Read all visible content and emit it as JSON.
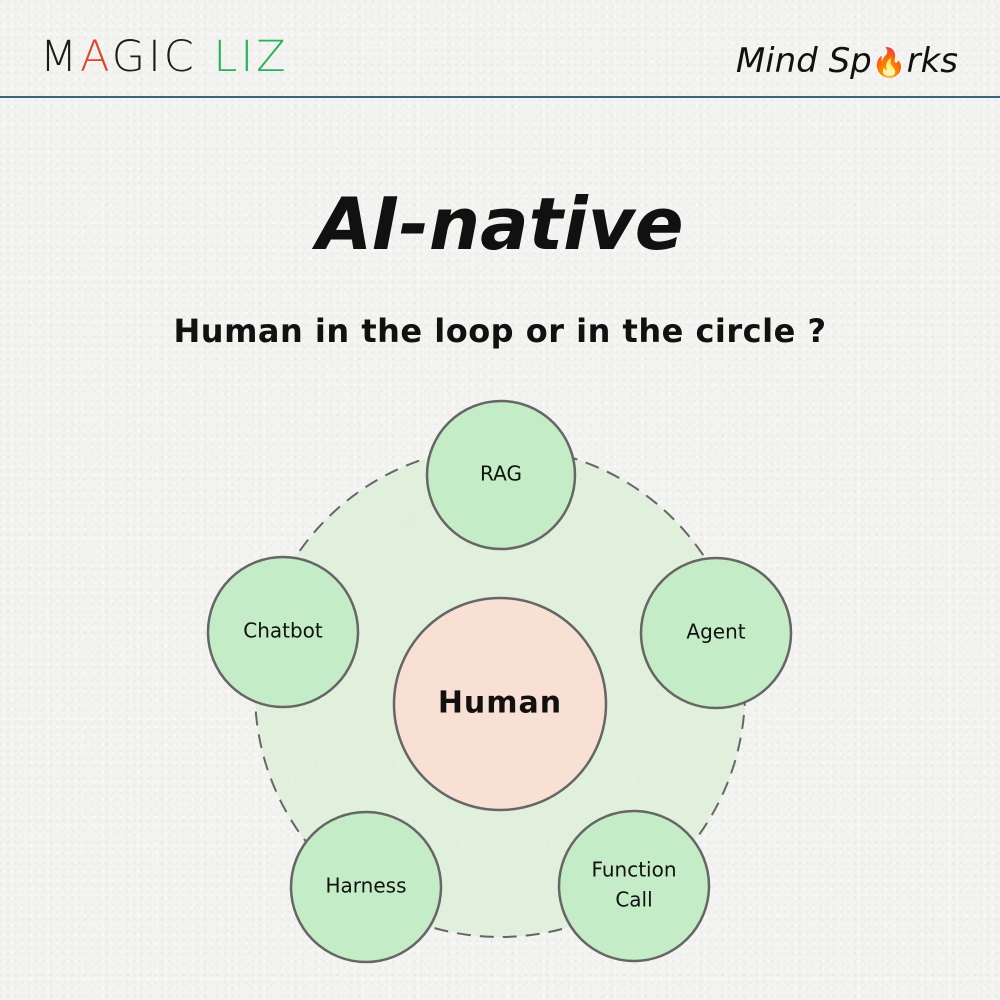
{
  "header": {
    "logo": {
      "part1": "M",
      "part2": "A",
      "part3": "GIC ",
      "part4": "LIZ"
    },
    "brand": {
      "part1": "Mind Sp",
      "flame": "🔥",
      "part2": "rks"
    },
    "colors": {
      "rule": "#3b6478",
      "logo_red": "#e2452a",
      "logo_green": "#2bb15a"
    }
  },
  "title": "AI-native",
  "subtitle": "Human in the loop or in the circle ?",
  "diagram": {
    "center": {
      "label": "Human",
      "color": "#f9e0d4"
    },
    "ring_color": "#d9efd6",
    "node_color": "#c4ecc6",
    "nodes": [
      {
        "lines": [
          "RAG"
        ]
      },
      {
        "lines": [
          "Agent"
        ]
      },
      {
        "lines": [
          "Function",
          "Call"
        ]
      },
      {
        "lines": [
          "Harness"
        ]
      },
      {
        "lines": [
          "Chatbot"
        ]
      }
    ]
  }
}
